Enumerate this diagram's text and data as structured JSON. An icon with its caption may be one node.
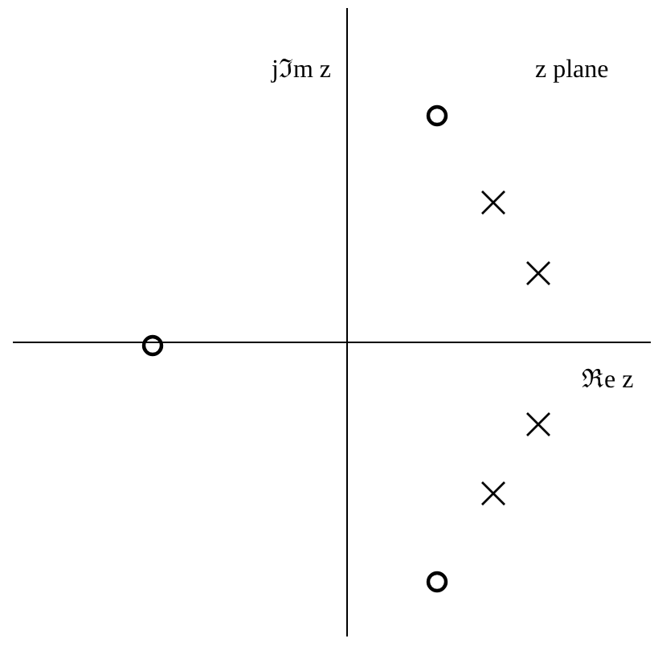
{
  "diagram": {
    "labels": [
      "jℑm z",
      "z plane",
      "ℜe z"
    ]
  }
}
